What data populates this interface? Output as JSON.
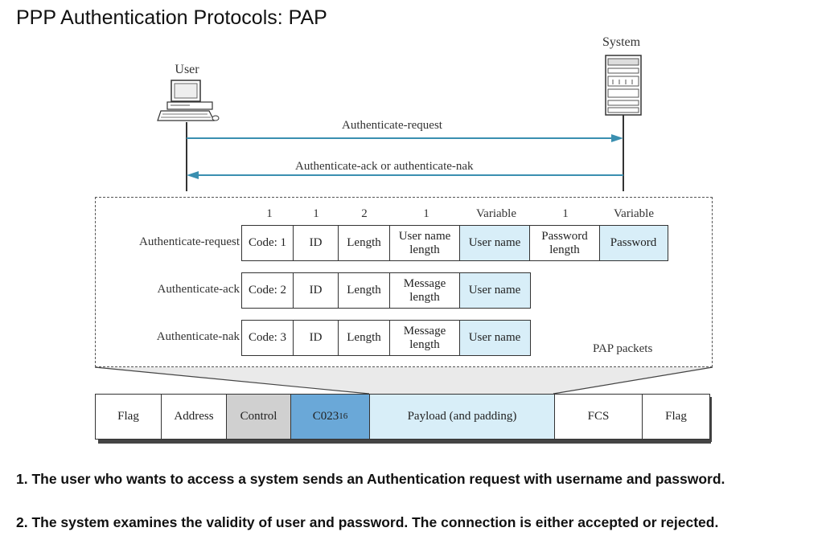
{
  "title": "PPP Authentication Protocols: PAP",
  "actors": {
    "user": "User",
    "system": "System"
  },
  "messages": {
    "request": "Authenticate-request",
    "reply": "Authenticate-ack or authenticate-nak"
  },
  "field_headers": [
    "1",
    "1",
    "2",
    "1",
    "Variable",
    "1",
    "Variable"
  ],
  "packets": [
    {
      "label": "Authenticate-request",
      "fields": [
        "Code: 1",
        "ID",
        "Length",
        "User name length",
        "User name",
        "Password length",
        "Password"
      ]
    },
    {
      "label": "Authenticate-ack",
      "fields": [
        "Code: 2",
        "ID",
        "Length",
        "Message length",
        "User name"
      ]
    },
    {
      "label": "Authenticate-nak",
      "fields": [
        "Code: 3",
        "ID",
        "Length",
        "Message length",
        "User name"
      ]
    }
  ],
  "pap_label": "PAP packets",
  "frame": {
    "flag": "Flag",
    "address": "Address",
    "control": "Control",
    "protocol": "C023",
    "protocol_sub": "16",
    "payload": "Payload (and padding)",
    "fcs": "FCS",
    "flag_end": "Flag"
  },
  "notes": [
    "1. The user who wants to access a system sends an Authentication request with username and password.",
    "2. The system examines the validity of user and password. The connection is either accepted or rejected."
  ],
  "colors": {
    "arrow": "#3a8fb0",
    "light_blue": "#d8eef8",
    "blue": "#6aa8d8",
    "gray": "#d0d0d0"
  }
}
